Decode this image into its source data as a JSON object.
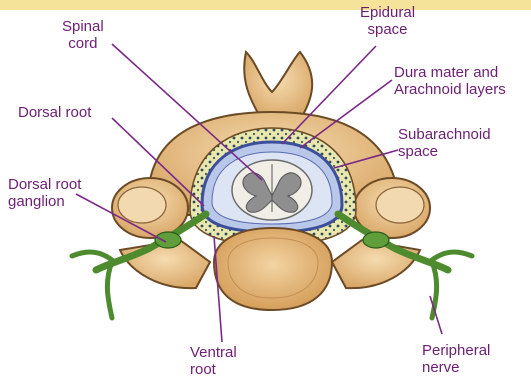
{
  "labels": {
    "spinal_cord": [
      "Spinal",
      "cord"
    ],
    "epidural_space": [
      "Epidural",
      "space"
    ],
    "dura_arachnoid": [
      "Dura mater and",
      "Arachnoid layers"
    ],
    "dorsal_root": [
      "Dorsal root"
    ],
    "subarachnoid_space": [
      "Subarachnoid",
      "space"
    ],
    "dorsal_root_ganglion": [
      "Dorsal root",
      "ganglion"
    ],
    "ventral_root": [
      "Ventral",
      "root"
    ],
    "peripheral_nerve": [
      "Peripheral",
      "nerve"
    ]
  },
  "colors": {
    "banner": "#f6e39a",
    "label_text": "#6b1f73",
    "leader_line": "#7a2a86",
    "bone": "#e8c48f",
    "bone_outline": "#6b4a25",
    "nerve": "#4e8a2e",
    "dura": "#3c4f9a",
    "epidural_fat": "#e9e7b0"
  },
  "icons": [
    "vertebra-illustration"
  ]
}
